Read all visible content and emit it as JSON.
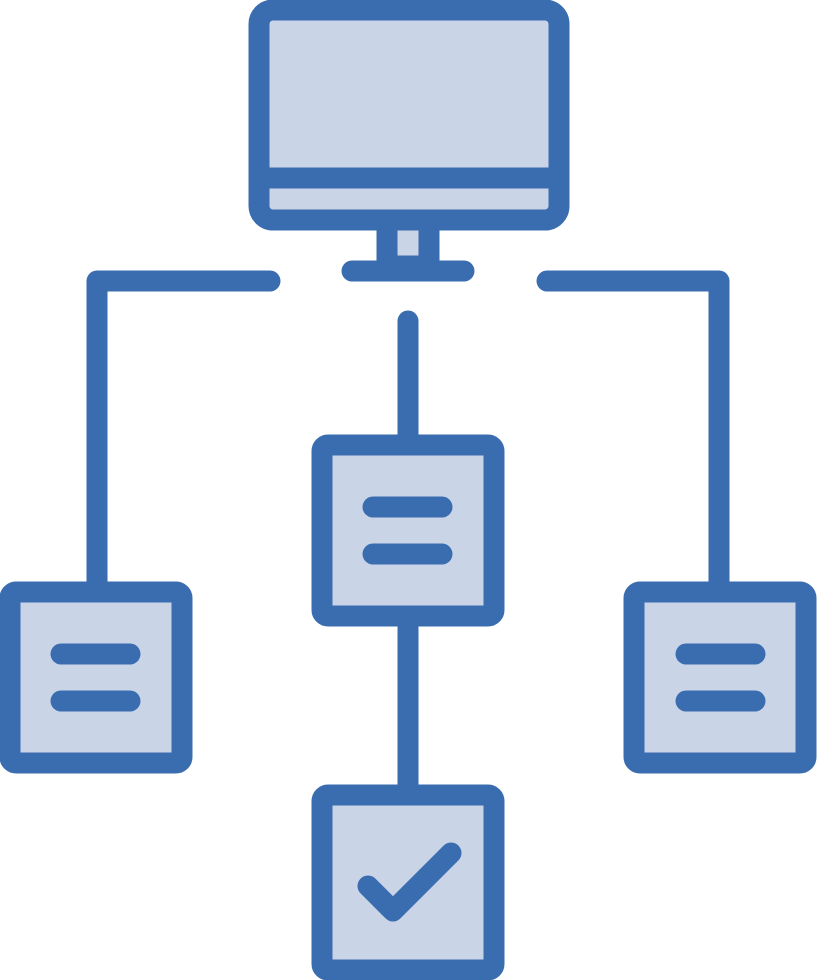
{
  "colors": {
    "stroke": "#3a6db0",
    "fill": "#c9d4e6",
    "background": "#ffffff"
  },
  "icon": {
    "name": "workflow-hierarchy-icon",
    "parts": [
      "monitor-icon",
      "document-node-left",
      "document-node-center",
      "document-node-right",
      "checkbox-check-node"
    ]
  }
}
